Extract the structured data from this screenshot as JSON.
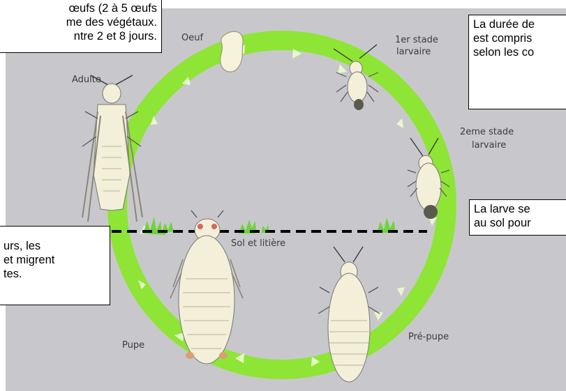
{
  "colors": {
    "background": "#c8c8cc",
    "cycle_ring": "#8ee535",
    "arrow": "#e7f9c9",
    "ground_line": "#000000",
    "note_border": "#000000",
    "insect_body": "#f3efd9"
  },
  "diagram": {
    "stages": {
      "oeuf": "Oeuf",
      "stade1_line1": "1er stade",
      "stade1_line2": "larvaire",
      "stade2_line1": "2eme stade",
      "stade2_line2": "larvaire",
      "adulte": "Adulte",
      "pupe": "Pupe",
      "prepupe": "Pré-pupe"
    },
    "ground_label": "Sol et litière"
  },
  "notes": {
    "eggs": [
      "œufs (2 à 5 œufs",
      "me des végétaux.",
      "ntre 2 et 8 jours."
    ],
    "duration": [
      "La durée de",
      "est compris",
      "selon les co"
    ],
    "larva_soil": [
      "La larve se",
      "au sol pour"
    ],
    "pupae": [
      "urs, les",
      "et migrent",
      "tes."
    ]
  }
}
